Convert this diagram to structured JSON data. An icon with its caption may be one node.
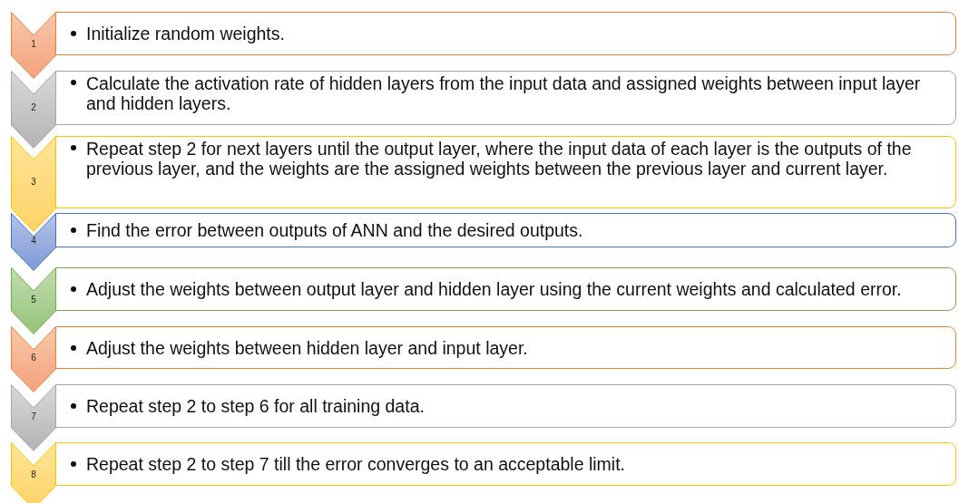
{
  "diagram": {
    "nodes": [
      {
        "text": [
          "1"
        ]
      },
      {
        "text": [
          "Initialize random weights."
        ]
      },
      {
        "text": [
          "2"
        ]
      },
      {
        "text": [
          "Calculate the activation rate of hidden layers from the input data and assigned weights between input layer and hidden layers."
        ]
      },
      {
        "text": [
          "3"
        ]
      },
      {
        "text": [
          "Repeat step 2 for next layers until the output layer, where the input data of each layer is the outputs of the previous layer, and the weights are the assigned weights between the previous layer and current layer."
        ]
      },
      {
        "text": [
          "4"
        ]
      },
      {
        "text": [
          "Find the error between outputs of ANN and the desired outputs."
        ]
      },
      {
        "text": [
          "5"
        ]
      },
      {
        "text": [
          "Adjust the weights between output layer and hidden layer using the current weights and calculated error."
        ]
      },
      {
        "text": [
          "6"
        ]
      },
      {
        "text": [
          "Adjust the weights between hidden layer and input layer."
        ]
      },
      {
        "text": [
          "7"
        ]
      },
      {
        "text": [
          "Repeat step 2 to step 6 for all training data."
        ]
      },
      {
        "text": [
          "8"
        ]
      },
      {
        "text": [
          "Repeat step 2 to step 7 till the error converges to an acceptable limit."
        ]
      }
    ]
  }
}
